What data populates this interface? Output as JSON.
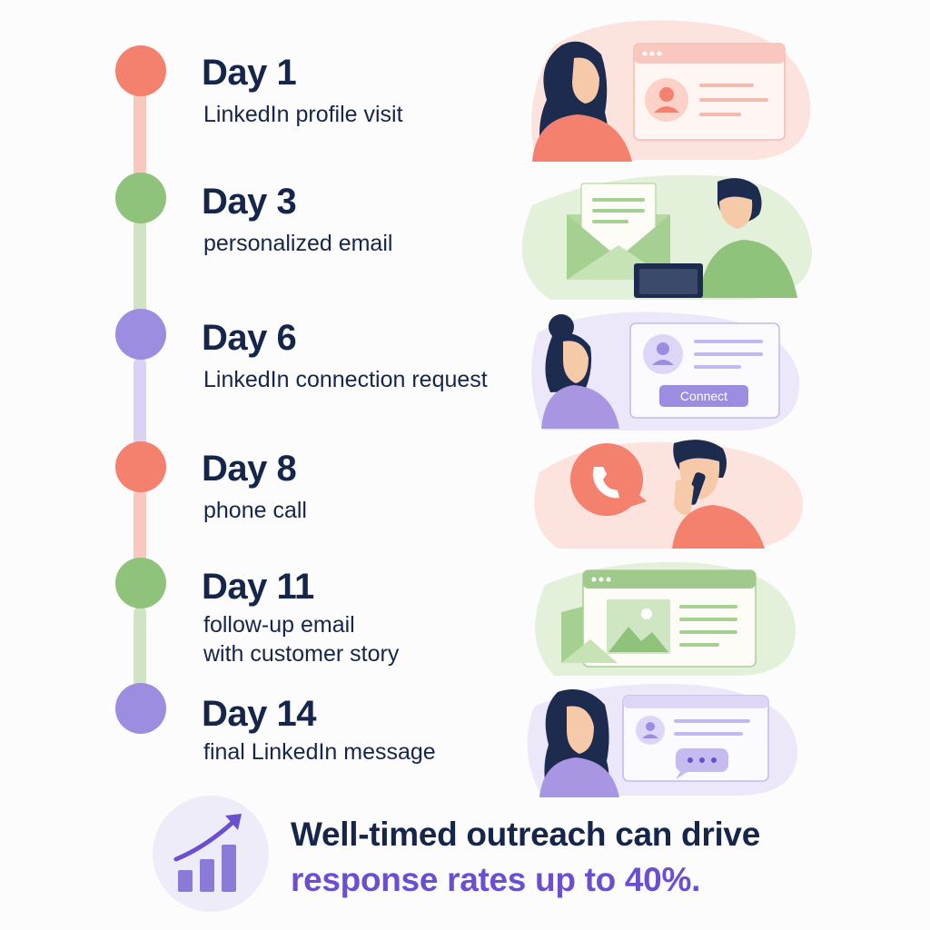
{
  "colors": {
    "coral": "#f4806e",
    "green": "#8fc27a",
    "purple": "#9d8de0",
    "navy": "#16264a",
    "accent": "#6b4fcf"
  },
  "steps": [
    {
      "day": "Day 1",
      "desc1": "LinkedIn profile visit",
      "desc2": ""
    },
    {
      "day": "Day 3",
      "desc1": "personalized email",
      "desc2": ""
    },
    {
      "day": "Day 6",
      "desc1": "LinkedIn connection request",
      "desc2": ""
    },
    {
      "day": "Day 8",
      "desc1": "phone call",
      "desc2": ""
    },
    {
      "day": "Day 11",
      "desc1": "follow-up email",
      "desc2": "with customer story"
    },
    {
      "day": "Day 14",
      "desc1": "final LinkedIn message",
      "desc2": ""
    }
  ],
  "connect_button": "Connect",
  "footer": {
    "line1": "Well-timed outreach can drive",
    "line2": "response rates up to 40%."
  }
}
